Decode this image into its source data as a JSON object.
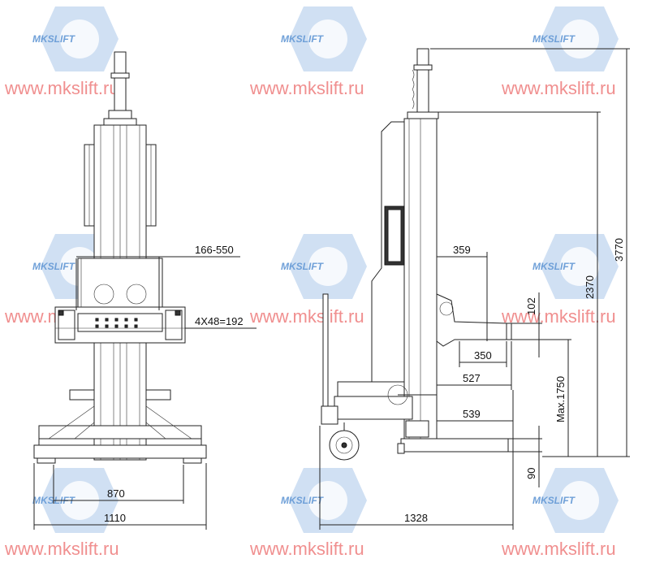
{
  "watermark": {
    "site": "www.mkslift.ru",
    "logo": "MKSLIFT"
  },
  "dimensions": {
    "front_base_inner": "870",
    "front_base_width": "1110",
    "fork_range": "166-550",
    "fork_spacing": "4X48=192",
    "reach_359": "359",
    "arm_length": "350",
    "reach_527": "527",
    "reach_539": "539",
    "length_total": "1328",
    "fork_height": "102",
    "base_height": "90",
    "max_lift": "Max.1750",
    "column_height": "2370",
    "total_height": "3770"
  },
  "colors": {
    "watermark_text": "#f08f8f",
    "watermark_logo": "#a9c6ea",
    "lines": "#222222"
  }
}
